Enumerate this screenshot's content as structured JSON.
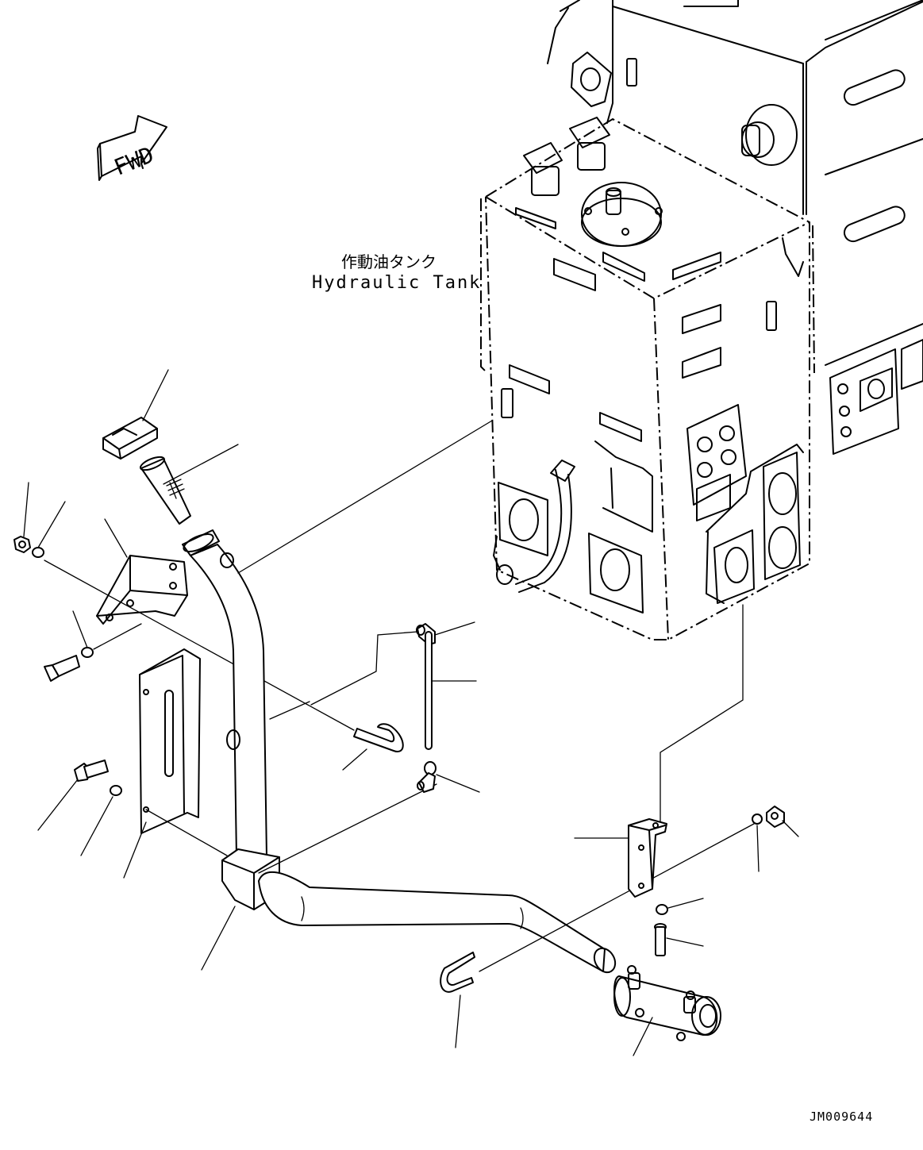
{
  "labels": {
    "tank_jp": "作動油タンク",
    "tank_en": "Hydraulic Tank",
    "fwd": "FWD",
    "drawing_number": "JM009644"
  }
}
